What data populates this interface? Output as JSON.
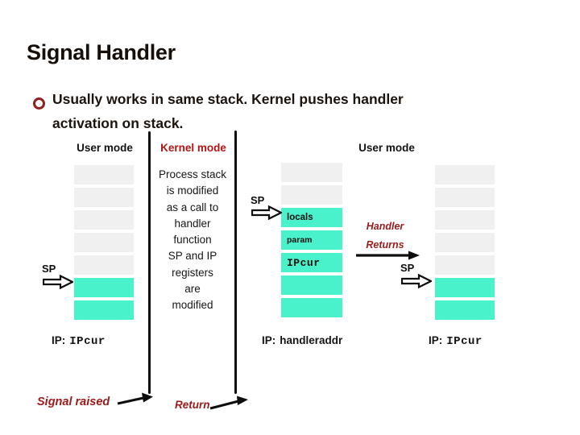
{
  "slide": {
    "title": "Signal Handler",
    "bullet": {
      "line1": "Usually works in same stack. Kernel pushes handler",
      "line2": "activation on stack."
    }
  },
  "mode_labels": {
    "left": "User mode",
    "kernel": "Kernel mode",
    "right": "User mode"
  },
  "kernel_note": {
    "lines": [
      "Process stack",
      "is modified",
      "as a call to",
      "handler",
      "function",
      "SP and IP",
      "registers",
      "are",
      "modified"
    ]
  },
  "stacks": [
    {
      "id": "user-stack-before-signal",
      "sp": "SP",
      "ip_prefix": "IP:",
      "ip_value": "IPcur",
      "cells": [
        {
          "type": "gray",
          "label": "",
          "font": "lbl-md"
        },
        {
          "type": "gray",
          "label": "",
          "font": "lbl-md"
        },
        {
          "type": "gray",
          "label": "",
          "font": "lbl-md"
        },
        {
          "type": "gray",
          "label": "",
          "font": "lbl-md"
        },
        {
          "type": "gray",
          "label": "",
          "font": "lbl-md"
        },
        {
          "type": "teal",
          "label": "",
          "font": "lbl-md"
        },
        {
          "type": "teal",
          "label": "",
          "font": "lbl-md"
        }
      ]
    },
    {
      "id": "stack-with-handler-activation",
      "sp": "SP",
      "ip_prefix": "IP:",
      "ip_value": "handleraddr",
      "cells": [
        {
          "type": "gray",
          "label": "",
          "font": "lbl-md"
        },
        {
          "type": "gray",
          "label": "",
          "font": "lbl-md"
        },
        {
          "type": "teal",
          "label": "locals",
          "font": "lbl-md"
        },
        {
          "type": "teal",
          "label": "param",
          "font": "lbl-sm"
        },
        {
          "type": "teal",
          "label": "IPcur",
          "font": "mono"
        },
        {
          "type": "teal",
          "label": "",
          "font": "lbl-md"
        },
        {
          "type": "teal",
          "label": "",
          "font": "lbl-md"
        }
      ]
    },
    {
      "id": "user-stack-after-return",
      "sp": "SP",
      "ip_prefix": "IP:",
      "ip_value": "IPcur",
      "cells": [
        {
          "type": "gray",
          "label": "",
          "font": "lbl-md"
        },
        {
          "type": "gray",
          "label": "",
          "font": "lbl-md"
        },
        {
          "type": "gray",
          "label": "",
          "font": "lbl-md"
        },
        {
          "type": "gray",
          "label": "",
          "font": "lbl-md"
        },
        {
          "type": "gray",
          "label": "",
          "font": "lbl-md"
        },
        {
          "type": "teal",
          "label": "",
          "font": "lbl-md"
        },
        {
          "type": "teal",
          "label": "",
          "font": "lbl-md"
        }
      ]
    }
  ],
  "handler_returns": {
    "line1": "Handler",
    "line2": "Returns"
  },
  "annotations": {
    "signal_raised": "Signal raised",
    "return_label": "Return"
  },
  "colors": {
    "stack_free": "#f0f0f0",
    "stack_used": "#49f2cb",
    "kernel_mode_red": "#b41414",
    "annotation_maroon": "#9b1b1b",
    "text": "#141414"
  }
}
